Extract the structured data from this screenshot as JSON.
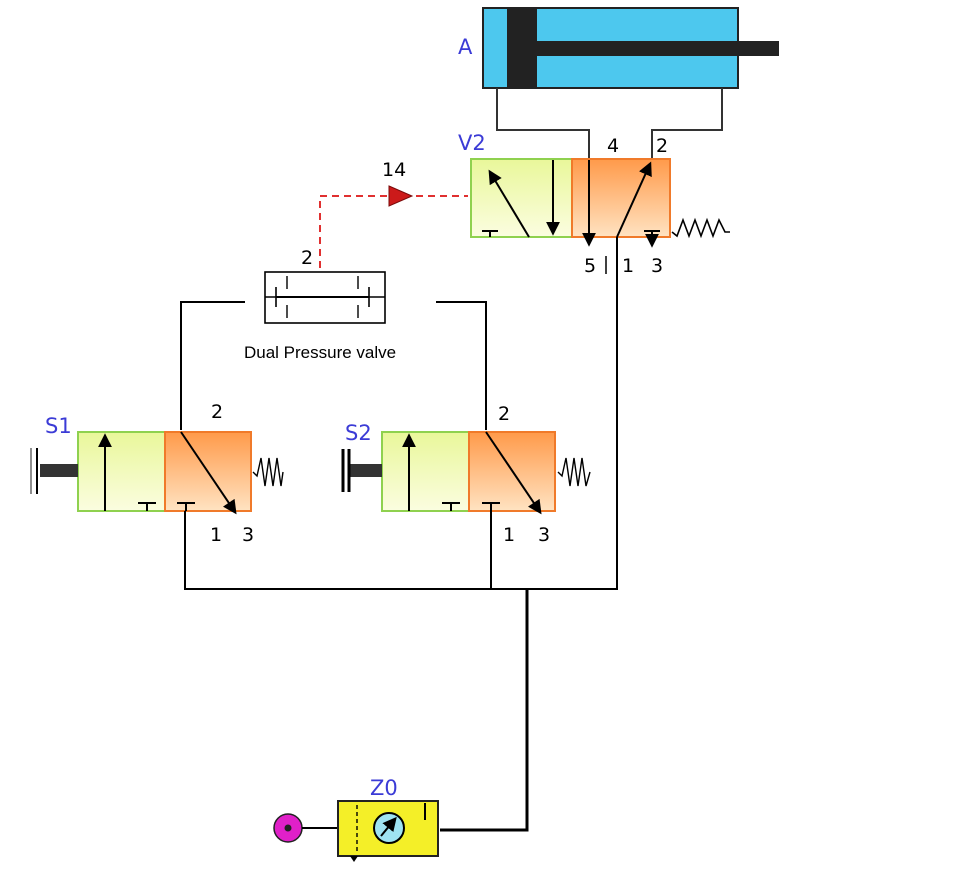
{
  "labels": {
    "cylinder": "A",
    "main_valve": "V2",
    "pilot_port": "14",
    "dual_valve_port": "2",
    "dual_valve_name": "Dual Pressure valve",
    "switch_1": "S1",
    "switch_2": "S2",
    "supply": "Z0"
  },
  "ports": {
    "v2_port_4": "4",
    "v2_port_2": "2",
    "v2_port_5": "5",
    "v2_port_1": "1",
    "v2_port_3": "3",
    "s1_port_2": "2",
    "s1_port_1": "1",
    "s1_port_3": "3",
    "s2_port_2": "2",
    "s2_port_1": "1",
    "s2_port_3": "3"
  },
  "colors": {
    "cylinder_fill": "#4dc8ee",
    "valve_green_fill": "#f2f8b8",
    "valve_green_border": "#8fd14f",
    "valve_orange_fill": "#ffb36b",
    "valve_orange_border": "#f07a2a",
    "pilot_line": "#e03030",
    "supply_fill": "#f4ef28",
    "source_fill": "#e020c8",
    "label_blue": "#3b3bd6"
  },
  "icons": {
    "cylinder": "double-acting-cylinder-icon",
    "spring": "spring-icon",
    "push_button": "push-button-icon",
    "pressure_gauge": "pressure-gauge-icon",
    "pressure_source": "pressure-source-icon"
  }
}
